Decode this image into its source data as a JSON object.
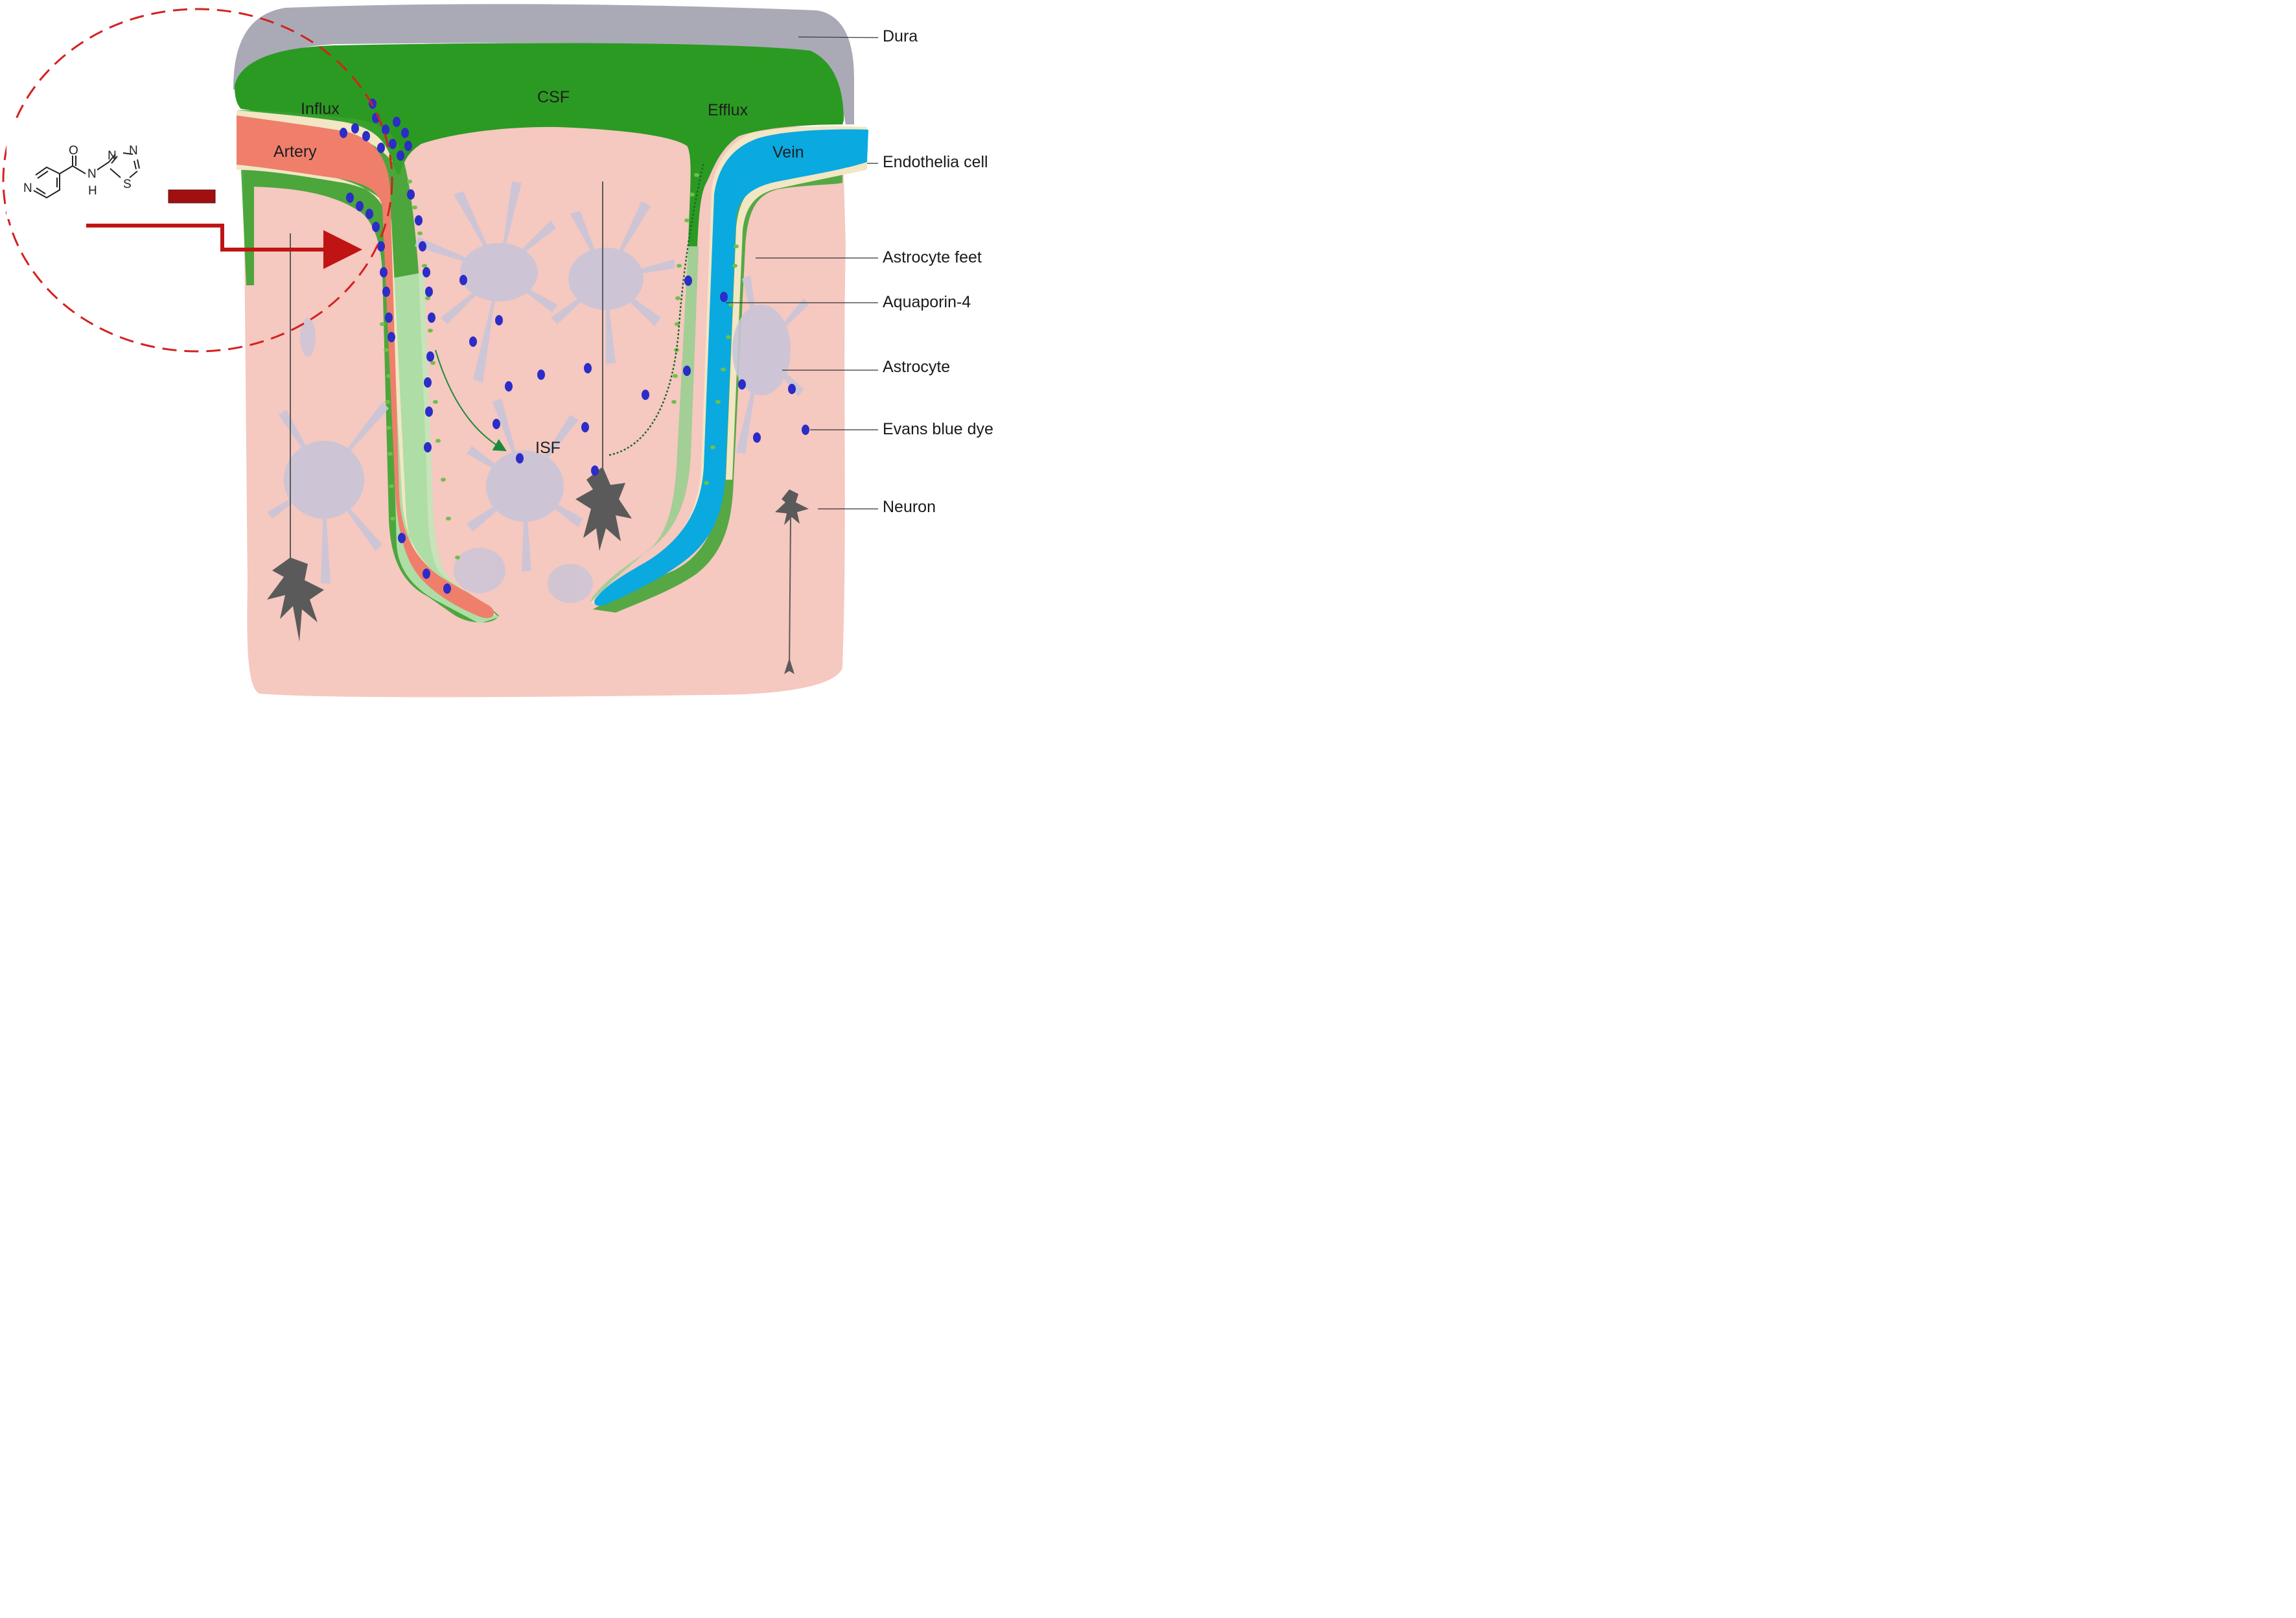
{
  "regions": {
    "csf": "CSF",
    "influx": "Influx",
    "efflux": "Efflux",
    "artery": "Artery",
    "vein": "Vein",
    "isf": "ISF"
  },
  "legend": {
    "dura": "Dura",
    "endothelia": "Endothelia cell",
    "astrocyte_feet": "Astrocyte feet",
    "aquaporin": "Aquaporin-4",
    "astrocyte": "Astrocyte",
    "evans_blue": "Evans blue dye",
    "neuron": "Neuron"
  },
  "compound": {
    "atom_pyridine_n": "N",
    "atom_carbonyl_o": "O",
    "atom_amide_n": "N",
    "atom_amide_h": "H",
    "atom_ring_n1": "N",
    "atom_ring_n2": "N",
    "atom_ring_s": "S",
    "effect_symbol": "minus"
  },
  "colors": {
    "dura": "#aaaab6",
    "csf": "#2b9a22",
    "tissue": "#f5c8c0",
    "artery": "#ef7f6b",
    "vein": "#0aa9e0",
    "endothelia": "#f2e6c4",
    "astrocyte": "#c9c5d8",
    "evans_blue": "#2c2cc8",
    "aquaporin": "#6fc04a",
    "neuron": "#5a5a5a",
    "inhibition": "#c01414"
  }
}
